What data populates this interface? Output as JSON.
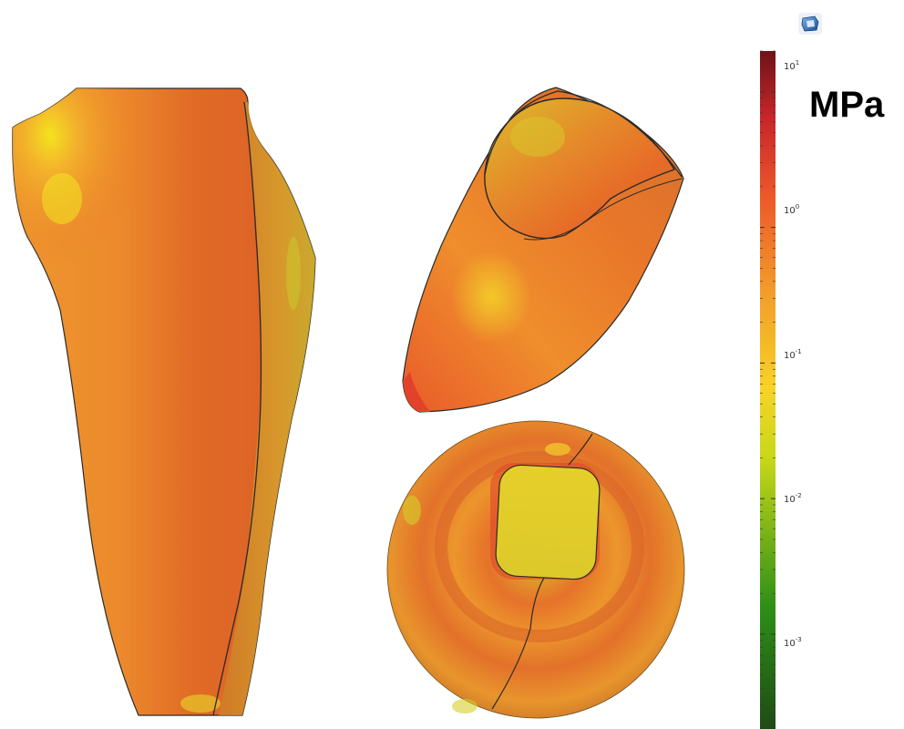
{
  "colorbar": {
    "unit": "MPa",
    "scale": "log",
    "range": [
      0.0002,
      20
    ],
    "ticks": [
      {
        "base": "10",
        "exp": "1"
      },
      {
        "base": "10",
        "exp": "0"
      },
      {
        "base": "10",
        "exp": "-1"
      },
      {
        "base": "10",
        "exp": "-2"
      },
      {
        "base": "10",
        "exp": "-3"
      }
    ],
    "gradient_colors": [
      "#1f4a16",
      "#2e8f17",
      "#c8d818",
      "#f7d327",
      "#f29a2a",
      "#ee5a2a",
      "#c8262a",
      "#6e1318"
    ]
  },
  "toolbar": {
    "icon": "view-cube-icon"
  },
  "views": [
    {
      "name": "side-view"
    },
    {
      "name": "oblique-view"
    },
    {
      "name": "bottom-view"
    }
  ]
}
